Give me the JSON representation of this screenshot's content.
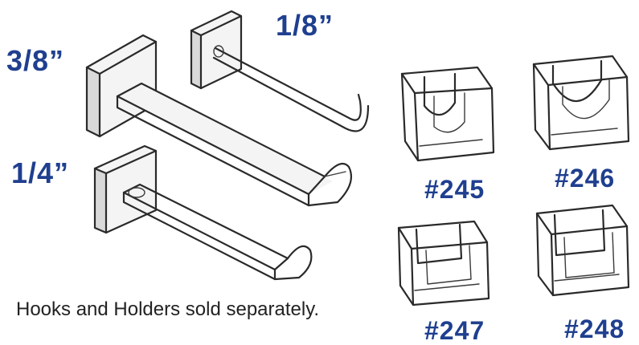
{
  "sizes": {
    "three_eighths": "3/8”",
    "one_eighth": "1/8”",
    "one_quarter": "1/4”"
  },
  "holders": {
    "h245": "#245",
    "h246": "#246",
    "h247": "#247",
    "h248": "#248"
  },
  "caption": "Hooks and Holders sold separately.",
  "colors": {
    "label_blue": "#1f3f8f",
    "ink": "#2a2a2a"
  },
  "icons": [
    "hook-3-8-icon",
    "hook-1-8-icon",
    "hook-1-4-icon",
    "holder-245-icon",
    "holder-246-icon",
    "holder-247-icon",
    "holder-248-icon"
  ]
}
